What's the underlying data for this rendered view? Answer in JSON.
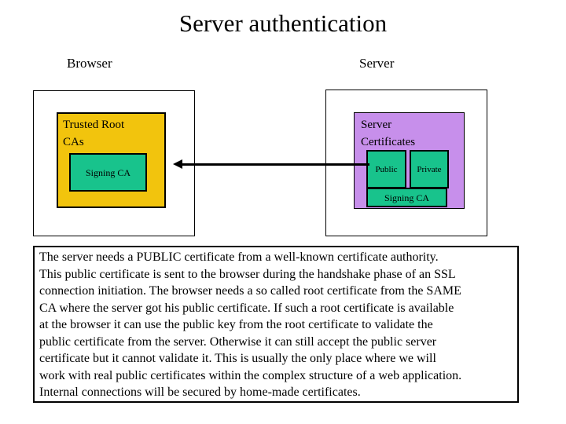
{
  "title": "Server authentication",
  "labels": {
    "browser": "Browser",
    "server": "Server"
  },
  "browser_box": {
    "trusted_root_cas": [
      "Trusted Root",
      "CAs"
    ],
    "signing_ca": "Signing CA"
  },
  "server_box": {
    "server_certificates": [
      "Server",
      "Certificates"
    ],
    "public": "Public",
    "private": "Private",
    "signing_ca": "Signing CA"
  },
  "description": {
    "lines": [
      "The server needs a PUBLIC certificate from a well-known certificate authority.",
      "This public certificate is sent to the browser during the handshake phase of an SSL",
      "connection initiation. The browser needs a so called root certificate from the SAME",
      "CA where the server got his public certificate. If such a root certificate is available",
      "at the browser it can use the public key from the root certificate to validate the",
      "public certificate from the server. Otherwise it can still accept the public server",
      "certificate but it cannot validate it. This is usually the only place where we will",
      "work with real public certificates within the complex structure of a web application.",
      "Internal connections will be secured by home-made certificates."
    ]
  },
  "colors": {
    "slide_background": "#FFFFFF",
    "trusted_root_gold": "#F2C40D",
    "certificate_teal": "#18C38C",
    "server_cert_purple": "#C78FEB",
    "border_black": "#000000"
  }
}
